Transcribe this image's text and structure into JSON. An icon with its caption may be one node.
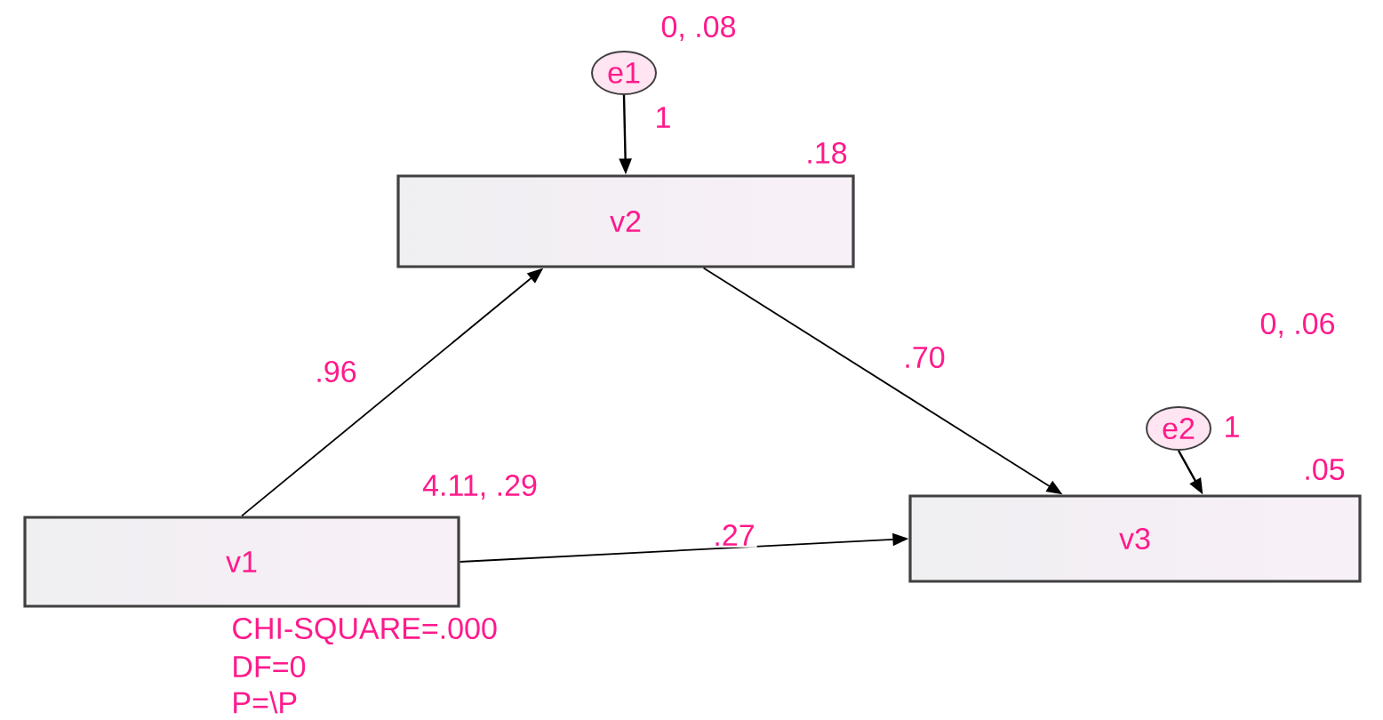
{
  "diagram": {
    "nodes": [
      {
        "text": [
          "e1"
        ],
        "beside": [
          "0, .08"
        ]
      },
      {
        "text": [
          "v2"
        ],
        "beside": [
          ".18"
        ]
      },
      {
        "text": [
          "v1"
        ],
        "beside": [
          "4.11, .29"
        ]
      },
      {
        "text": [
          "e2"
        ],
        "beside": [
          "0, .06"
        ]
      },
      {
        "text": [
          "v3"
        ],
        "beside": [
          ".05"
        ]
      }
    ],
    "edges": [
      {
        "from": 0,
        "to": 1,
        "arrow": "to",
        "label": "1"
      },
      {
        "from": 2,
        "to": 1,
        "arrow": "to",
        "label": ".96"
      },
      {
        "from": 1,
        "to": 4,
        "arrow": "to",
        "label": ".70"
      },
      {
        "from": 2,
        "to": 4,
        "arrow": "to",
        "label": ".27"
      },
      {
        "from": 3,
        "to": 4,
        "arrow": "to",
        "label": "1"
      }
    ],
    "labels": [
      "CHI-SQUARE=.000",
      "DF=0",
      "P=\\P"
    ]
  }
}
